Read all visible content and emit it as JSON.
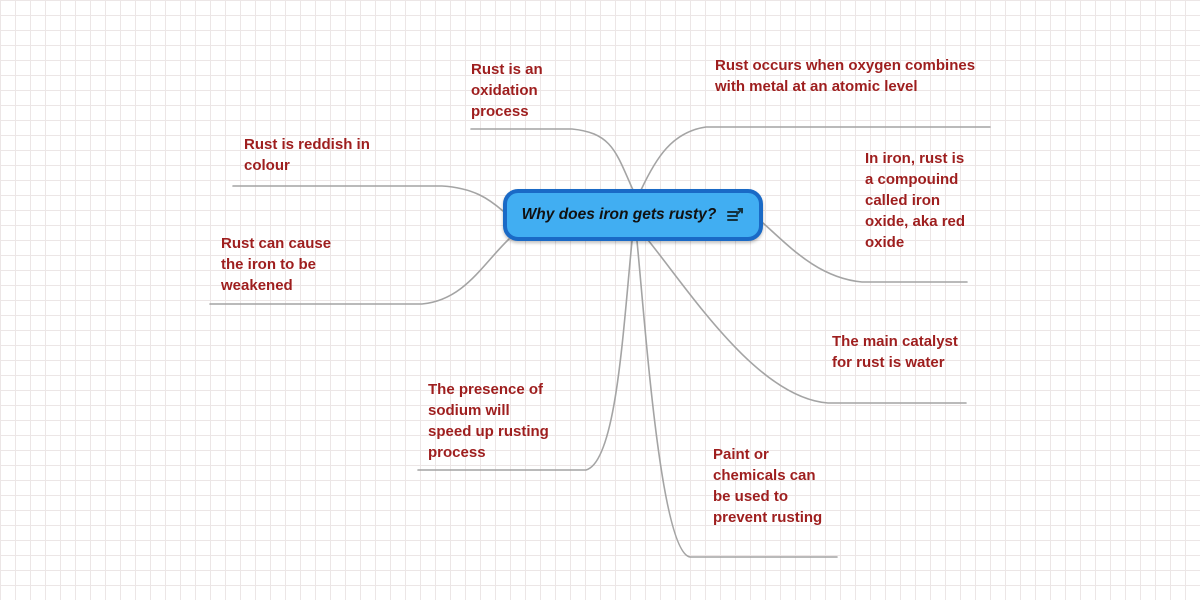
{
  "title": "Mind map: rust",
  "central_node": {
    "label": "Why does iron gets rusty?",
    "fill_color": "#41aef2",
    "border_color": "#1a6ac6",
    "icon": "subtopics-icon"
  },
  "branches": [
    {
      "label": "Rust is an oxidation process"
    },
    {
      "label": "Rust occurs when oxygen combines with metal at an atomic level"
    },
    {
      "label": "Rust is reddish in colour"
    },
    {
      "label": "In iron, rust is a compouind called iron oxide, aka red oxide"
    },
    {
      "label": "Rust can cause the iron to be weakened"
    },
    {
      "label": "The main catalyst for rust is water"
    },
    {
      "label": "The presence of sodium will speed up rusting process"
    },
    {
      "label": "Paint or chemicals can be used to prevent rusting"
    }
  ],
  "colors": {
    "branch_text": "#9e1e1e",
    "connector_line": "#a4a4a4",
    "grid_line": "#ece6e6"
  }
}
